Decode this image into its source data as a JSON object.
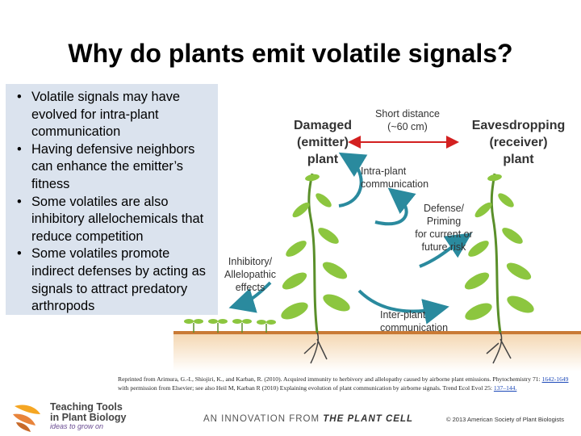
{
  "title": "Why do plants emit volatile signals?",
  "bullets": [
    "Volatile signals may have evolved for intra-plant communication",
    "Having defensive neighbors can enhance the emitter’s fitness",
    "Some volatiles are also inhibitory allelochemicals that reduce competition",
    "Some volatiles promote indirect defenses by acting as signals to attract predatory arthropods"
  ],
  "figure": {
    "emitter_heading": [
      "Damaged",
      "(emitter)",
      "plant"
    ],
    "receiver_heading": [
      "Eavesdropping",
      "(receiver)",
      "plant"
    ],
    "short_distance": [
      "Short distance",
      "(~60 cm)"
    ],
    "intra_plant": [
      "Intra-plant",
      "communication"
    ],
    "defense": [
      "Defense/",
      "Priming",
      "for current or",
      "future risk"
    ],
    "inhibitory": [
      "Inhibitory/",
      "Allelopathic",
      "effects"
    ],
    "inter_plant": [
      "Inter-plant",
      "communication"
    ],
    "colors": {
      "leaf": "#8cc63f",
      "stem": "#5a8f2a",
      "soil": "#d28a45",
      "arrow_teal": "#2a8a9e",
      "arrow_red": "#d32020"
    }
  },
  "citation": {
    "text": "Reprinted from Arimura, G.-I., Shiojiri, K., and Karban, R. (2010). Acquired immunity to herbivory and allelopathy caused by airborne plant emissions. Phytochemistry 71:",
    "pages1": "1642-1649",
    "text2": " with permission from Elsevier; see also Heil M, Karban R (2010) Explaining evolution of plant communication by airborne signals. Trend Ecol Evol 25: ",
    "pages2": "137–144."
  },
  "footer": {
    "logo_line1": "Teaching Tools",
    "logo_line2": "in Plant Biology",
    "logo_tag": "ideas to grow on",
    "tagline_prefix": "AN INNOVATION FROM ",
    "tagline_brand": "THE PLANT CELL",
    "copyright": "© 2013 American Society of Plant Biologists"
  }
}
